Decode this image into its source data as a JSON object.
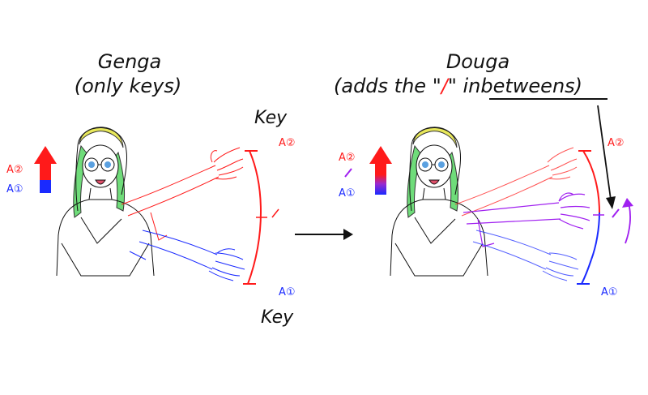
{
  "genga": {
    "title_line1": "Genga",
    "title_line2": "(only keys)",
    "key_top": "Key",
    "key_bottom": "Key",
    "a2_label": "A②",
    "a1_label": "A①",
    "legend_a2": "A②",
    "legend_a1": "A①"
  },
  "douga": {
    "title_line1": "Douga",
    "title_prefix": "(adds the \"",
    "title_mark": "/",
    "title_mid": "\" ",
    "title_underlined": "inbetweens",
    "title_suffix": ")",
    "a2_label": "A②",
    "a1_label": "A①",
    "legend_a2": "A②",
    "legend_a1": "A①"
  },
  "colors": {
    "key_red": "#ff1a1a",
    "key_blue": "#1a2aff",
    "inbetween_purple": "#a020f0",
    "hair_green": "#6fdc7a",
    "hair_yellow": "#e8e85a",
    "line": "#111111"
  }
}
